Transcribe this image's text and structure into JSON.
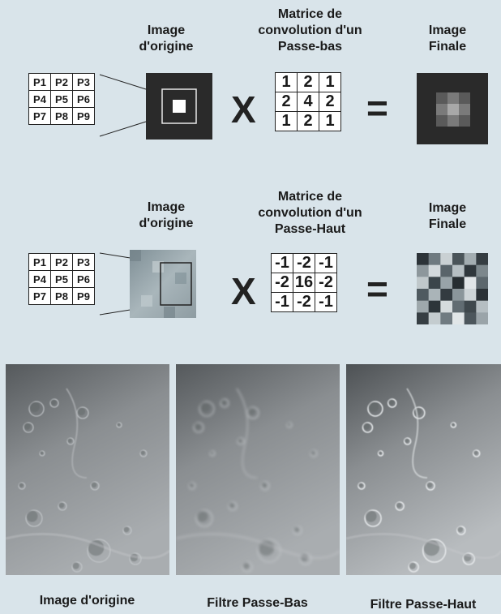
{
  "lowpass": {
    "header_origin": "Image\nd'origine",
    "header_matrix": "Matrice de\nconvolution d'un\nPasse-bas",
    "header_final": "Image\nFinale",
    "pixels": [
      "P1",
      "P2",
      "P3",
      "P4",
      "P5",
      "P6",
      "P7",
      "P8",
      "P9"
    ],
    "kernel": [
      "1",
      "2",
      "1",
      "2",
      "4",
      "2",
      "1",
      "2",
      "1"
    ],
    "times_symbol": "X",
    "equals_symbol": "="
  },
  "highpass": {
    "header_origin": "Image\nd'origine",
    "header_matrix": "Matrice de\nconvolution d'un\nPasse-Haut",
    "header_final": "Image\nFinale",
    "pixels": [
      "P1",
      "P2",
      "P3",
      "P4",
      "P5",
      "P6",
      "P7",
      "P8",
      "P9"
    ],
    "kernel": [
      "-1",
      "-2",
      "-1",
      "-2",
      "16",
      "-2",
      "-1",
      "-2",
      "-1"
    ],
    "times_symbol": "X",
    "equals_symbol": "="
  },
  "captions": {
    "original": "Image d'origine",
    "lowpass": "Filtre Passe-Bas",
    "highpass": "Filtre Passe-Haut"
  }
}
